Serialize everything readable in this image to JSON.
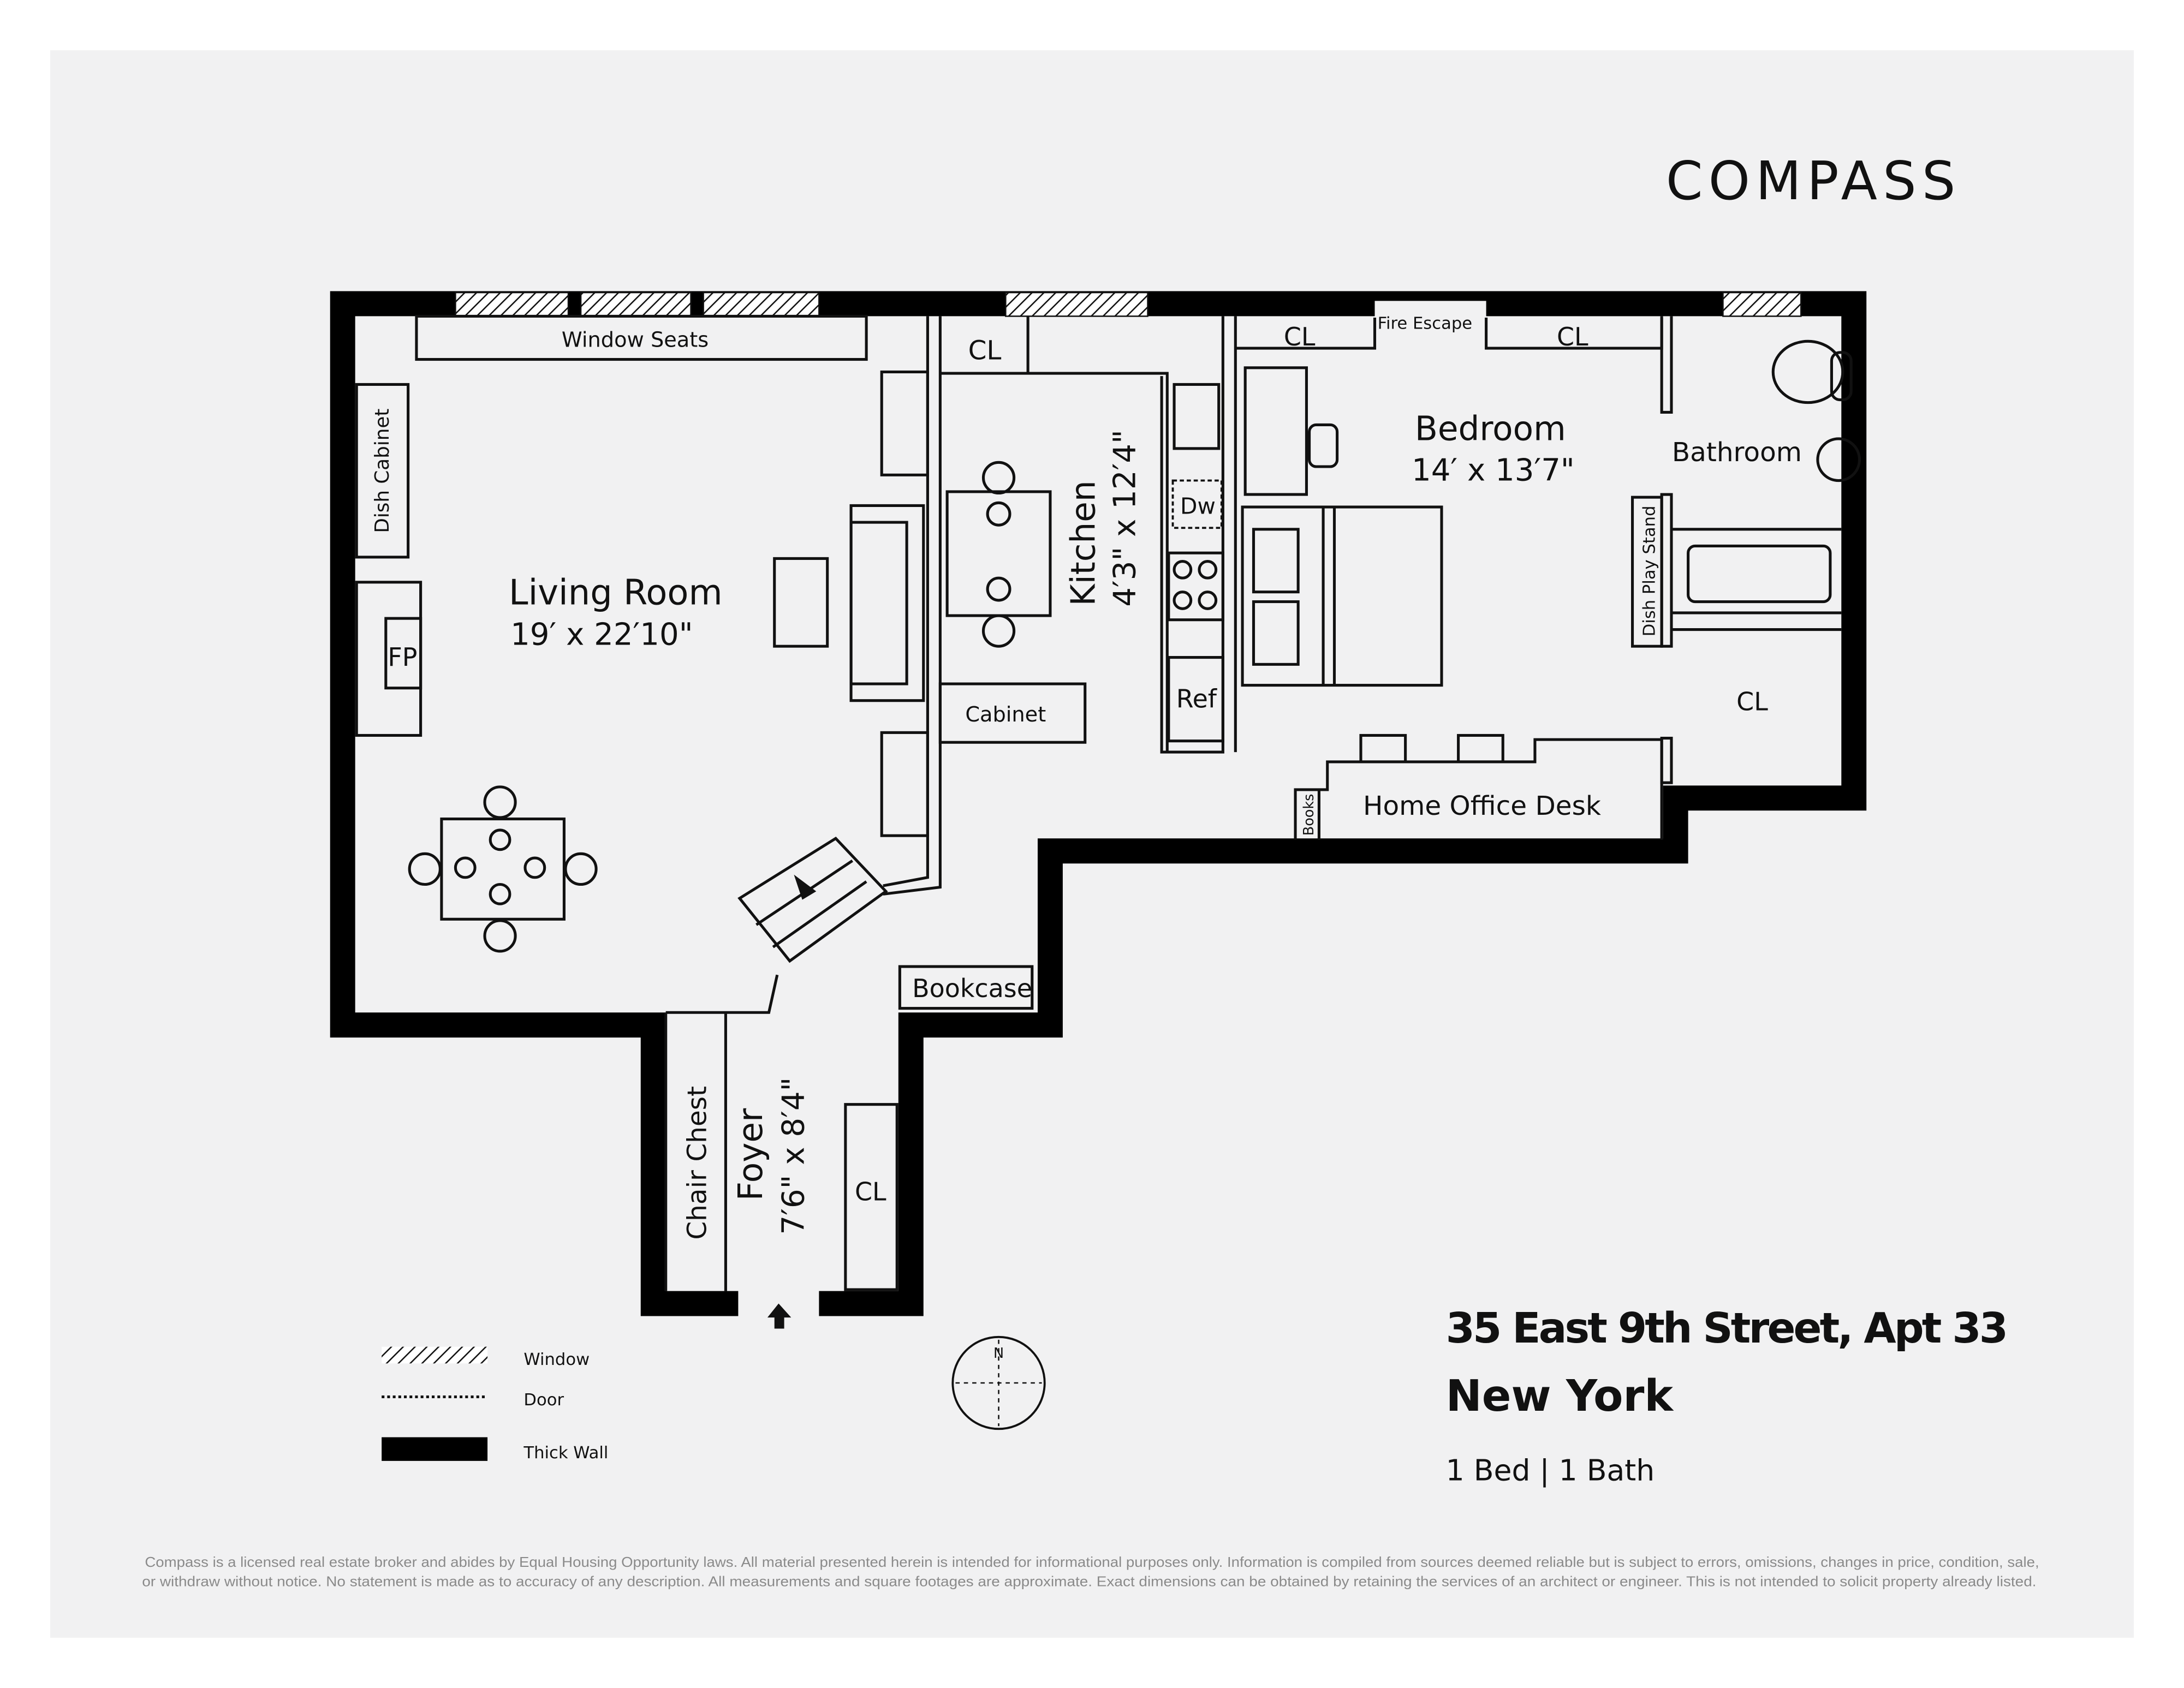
{
  "brand": {
    "logo": "COMPASS"
  },
  "floorplan": {
    "colors": {
      "wall": "#000000",
      "background": "#f1f1f2",
      "page": "#ffffff"
    },
    "rooms": {
      "living_room": {
        "name": "Living Room",
        "dims": "19′ x 22′10\""
      },
      "kitchen": {
        "name": "Kitchen",
        "dims": "4′3\" x 12′4\""
      },
      "bedroom": {
        "name": "Bedroom",
        "dims": "14′ x 13′7\""
      },
      "bathroom": {
        "name": "Bathroom"
      },
      "foyer": {
        "name": "Foyer",
        "dims": "7′6\" x 8′4\""
      }
    },
    "labels": {
      "window_seats": "Window Seats",
      "dish_cabinet": "Dish Cabinet",
      "fireplace": "FP",
      "kitchen_closet": "CL",
      "dishwasher": "Dw",
      "refrigerator": "Ref",
      "cabinet": "Cabinet",
      "bedroom_closet_left": "CL",
      "fire_escape": "Fire Escape",
      "bedroom_closet_right": "CL",
      "display_stand": "Dish Play Stand",
      "bath_closet": "CL",
      "books": "Books",
      "home_office_desk": "Home Office Desk",
      "bookcase": "Bookcase",
      "chair_chest": "Chair Chest",
      "foyer_closet": "CL"
    },
    "compass_north": "N"
  },
  "legend": [
    {
      "icon": "window-hatch",
      "label": "Window"
    },
    {
      "icon": "door-dotted-line",
      "label": "Door"
    },
    {
      "icon": "thick-wall-bar",
      "label": "Thick Wall"
    }
  ],
  "listing": {
    "address": "35 East 9th Street, Apt 33",
    "city": "New York",
    "summary": "1 Bed | 1 Bath"
  },
  "disclaimer": {
    "line1": "Compass is a licensed real estate broker and abides by Equal Housing Opportunity laws. All material presented herein is intended for informational purposes only. Information is compiled from sources deemed reliable but is subject to errors, omissions, changes in price, condition, sale,",
    "line2": "or withdraw without notice. No statement is made as to accuracy of any description. All measurements and square footages are approximate. Exact dimensions can be obtained by retaining the services of an architect or engineer. This is not intended to solicit property already listed."
  }
}
